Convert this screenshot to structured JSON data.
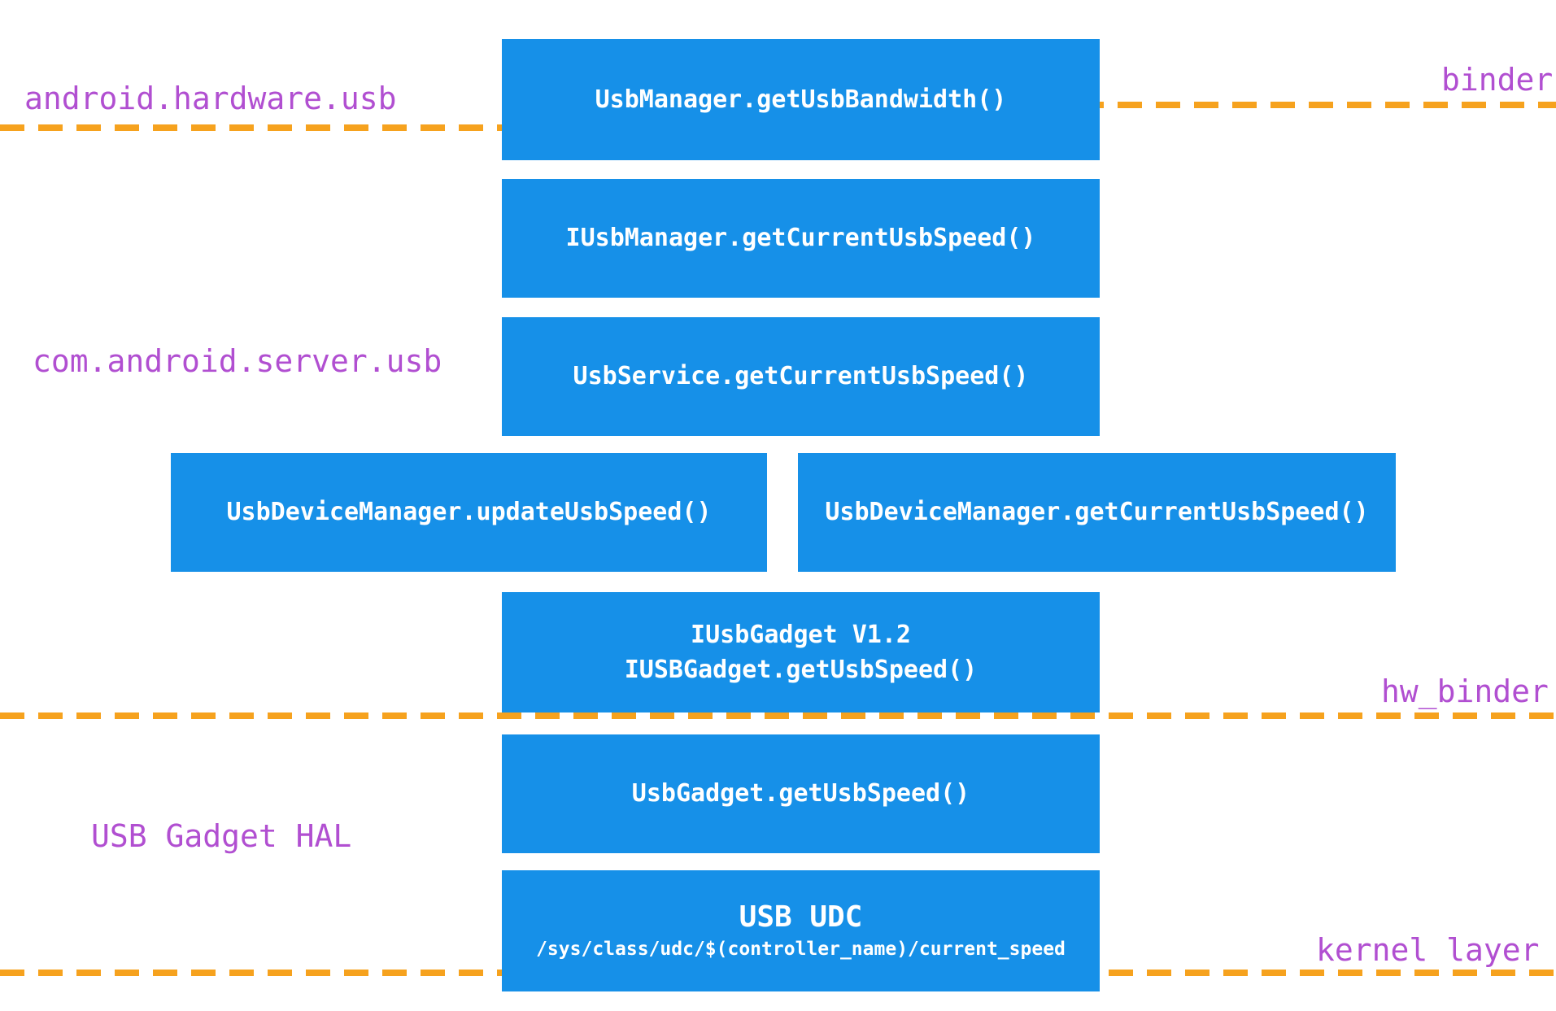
{
  "colors": {
    "box_blue": "#1690e8",
    "box_text": "#ffffff",
    "label_purple": "#b14fd1",
    "line_orange": "#f6a21e",
    "background": "#ffffff"
  },
  "labels": {
    "android_hardware_usb": "android.hardware.usb",
    "binder": "binder",
    "com_android_server_usb": "com.android.server.usb",
    "hw_binder": "hw_binder",
    "usb_gadget_hal": "USB Gadget HAL",
    "kernel_layer": "kernel layer"
  },
  "boxes": {
    "usb_manager": "UsbManager.getUsbBandwidth()",
    "iusb_manager": "IUsbManager.getCurrentUsbSpeed()",
    "usb_service": "UsbService.getCurrentUsbSpeed()",
    "usb_device_manager_update": "UsbDeviceManager.updateUsbSpeed()",
    "usb_device_manager_get": "UsbDeviceManager.getCurrentUsbSpeed()",
    "iusb_gadget_line1": "IUsbGadget V1.2",
    "iusb_gadget_line2": "IUSBGadget.getUsbSpeed()",
    "usb_gadget": "UsbGadget.getUsbSpeed()",
    "usb_udc_title": "USB UDC",
    "usb_udc_path": "/sys/class/udc/$(controller_name)/current_speed"
  }
}
